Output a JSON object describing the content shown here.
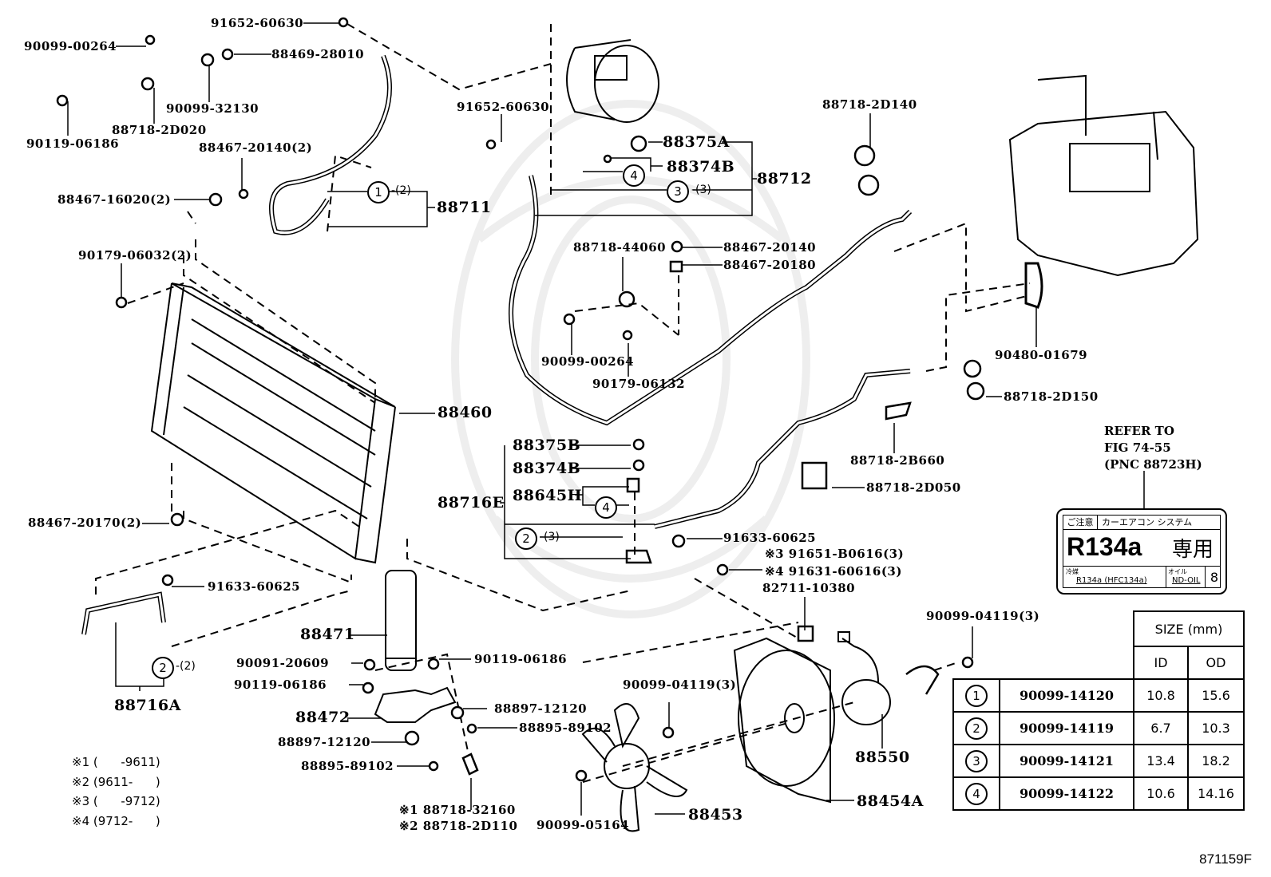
{
  "diagram": {
    "title": "Car Air Conditioner System Parts Diagram",
    "figure_id": "871159F"
  },
  "labels": {
    "p91652_60630_top": "91652-60630",
    "p90099_00264_top": "90099-00264",
    "p88469_28010": "88469-28010",
    "p90119_06186_top": "90119-06186",
    "p88718_2D020": "88718-2D020",
    "p90099_32130": "90099-32130",
    "p88467_20140_2": "88467-20140(2)",
    "p88467_16020_2": "88467-16020(2)",
    "p88711": "88711",
    "p90179_06032_2": "90179-06032(2)",
    "p91652_60630_mid": "91652-60630",
    "p88375A": "88375A",
    "p88374B_top": "88374B",
    "p88712": "88712",
    "p88718_2D140": "88718-2D140",
    "p88718_44060": "88718-44060",
    "p88467_20140": "88467-20140",
    "p88467_20180": "88467-20180",
    "p90099_00264_mid": "90099-00264",
    "p90179_06132": "90179-06132",
    "p90480_01679": "90480-01679",
    "p88718_2D150": "88718-2D150",
    "p88460": "88460",
    "p88375B": "88375B",
    "p88374B_mid": "88374B",
    "p88645H": "88645H",
    "p88716E": "88716E",
    "p88718_2B660": "88718-2B660",
    "p88718_2D050": "88718-2D050",
    "p88467_20170_2": "88467-20170(2)",
    "p91633_60625_mid": "91633-60625",
    "p91651_B0616": "※3 91651-B0616(3)",
    "p91631_60616": "※4 91631-60616(3)",
    "p82711_10380": "82711-10380",
    "p91633_60625_left": "91633-60625",
    "p88716A": "88716A",
    "p88471": "88471",
    "p90091_20609": "90091-20609",
    "p90119_06186_r": "90119-06186",
    "p90119_06186_l": "90119-06186",
    "p88472": "88472",
    "p88897_12120_r": "88897-12120",
    "p88895_89102_r": "88895-89102",
    "p88897_12120_l": "88897-12120",
    "p88895_89102_l": "88895-89102",
    "p88718_32160": "※1 88718-32160",
    "p88718_2D110": "※2 88718-2D110",
    "p90099_04119_fan": "90099-04119(3)",
    "p90099_04119_motor": "90099-04119(3)",
    "p88550": "88550",
    "p88453": "88453",
    "p88454A": "88454A",
    "p90099_05164": "90099-05164"
  },
  "callouts": {
    "c1": {
      "num": "1",
      "qty": "-(2)"
    },
    "c3": {
      "num": "3",
      "qty": "-(3)"
    },
    "c4_top": {
      "num": "4"
    },
    "c4_mid": {
      "num": "4"
    },
    "c2_mid": {
      "num": "2",
      "qty": "-(3)"
    },
    "c2_left": {
      "num": "2",
      "qty": "-(2)"
    }
  },
  "notes": [
    "※1 (      -9611)",
    "※2 (9611-      )",
    "※3 (      -9712)",
    "※4 (9712-      )"
  ],
  "refer": {
    "line1": "REFER TO",
    "line2": "FIG 74-55",
    "line3": "(PNC 88723H)"
  },
  "refrigerant_label": {
    "caution": "ご注意",
    "system": "カーエアコン システム",
    "refrigerant": "R134a",
    "exclusive": "専用",
    "refrigerant_caption": "冷媒",
    "refrigerant_value": "R134a (HFC134a)",
    "oil_caption": "オイル",
    "oil_value": "ND-OIL",
    "oil_number": "8"
  },
  "size_table": {
    "header": "SIZE (mm)",
    "col_id": "ID",
    "col_od": "OD",
    "rows": [
      {
        "num": "1",
        "part": "90099-14120",
        "id": "10.8",
        "od": "15.6"
      },
      {
        "num": "2",
        "part": "90099-14119",
        "id": "6.7",
        "od": "10.3"
      },
      {
        "num": "3",
        "part": "90099-14121",
        "id": "13.4",
        "od": "18.2"
      },
      {
        "num": "4",
        "part": "90099-14122",
        "id": "10.6",
        "od": "14.16"
      }
    ]
  }
}
